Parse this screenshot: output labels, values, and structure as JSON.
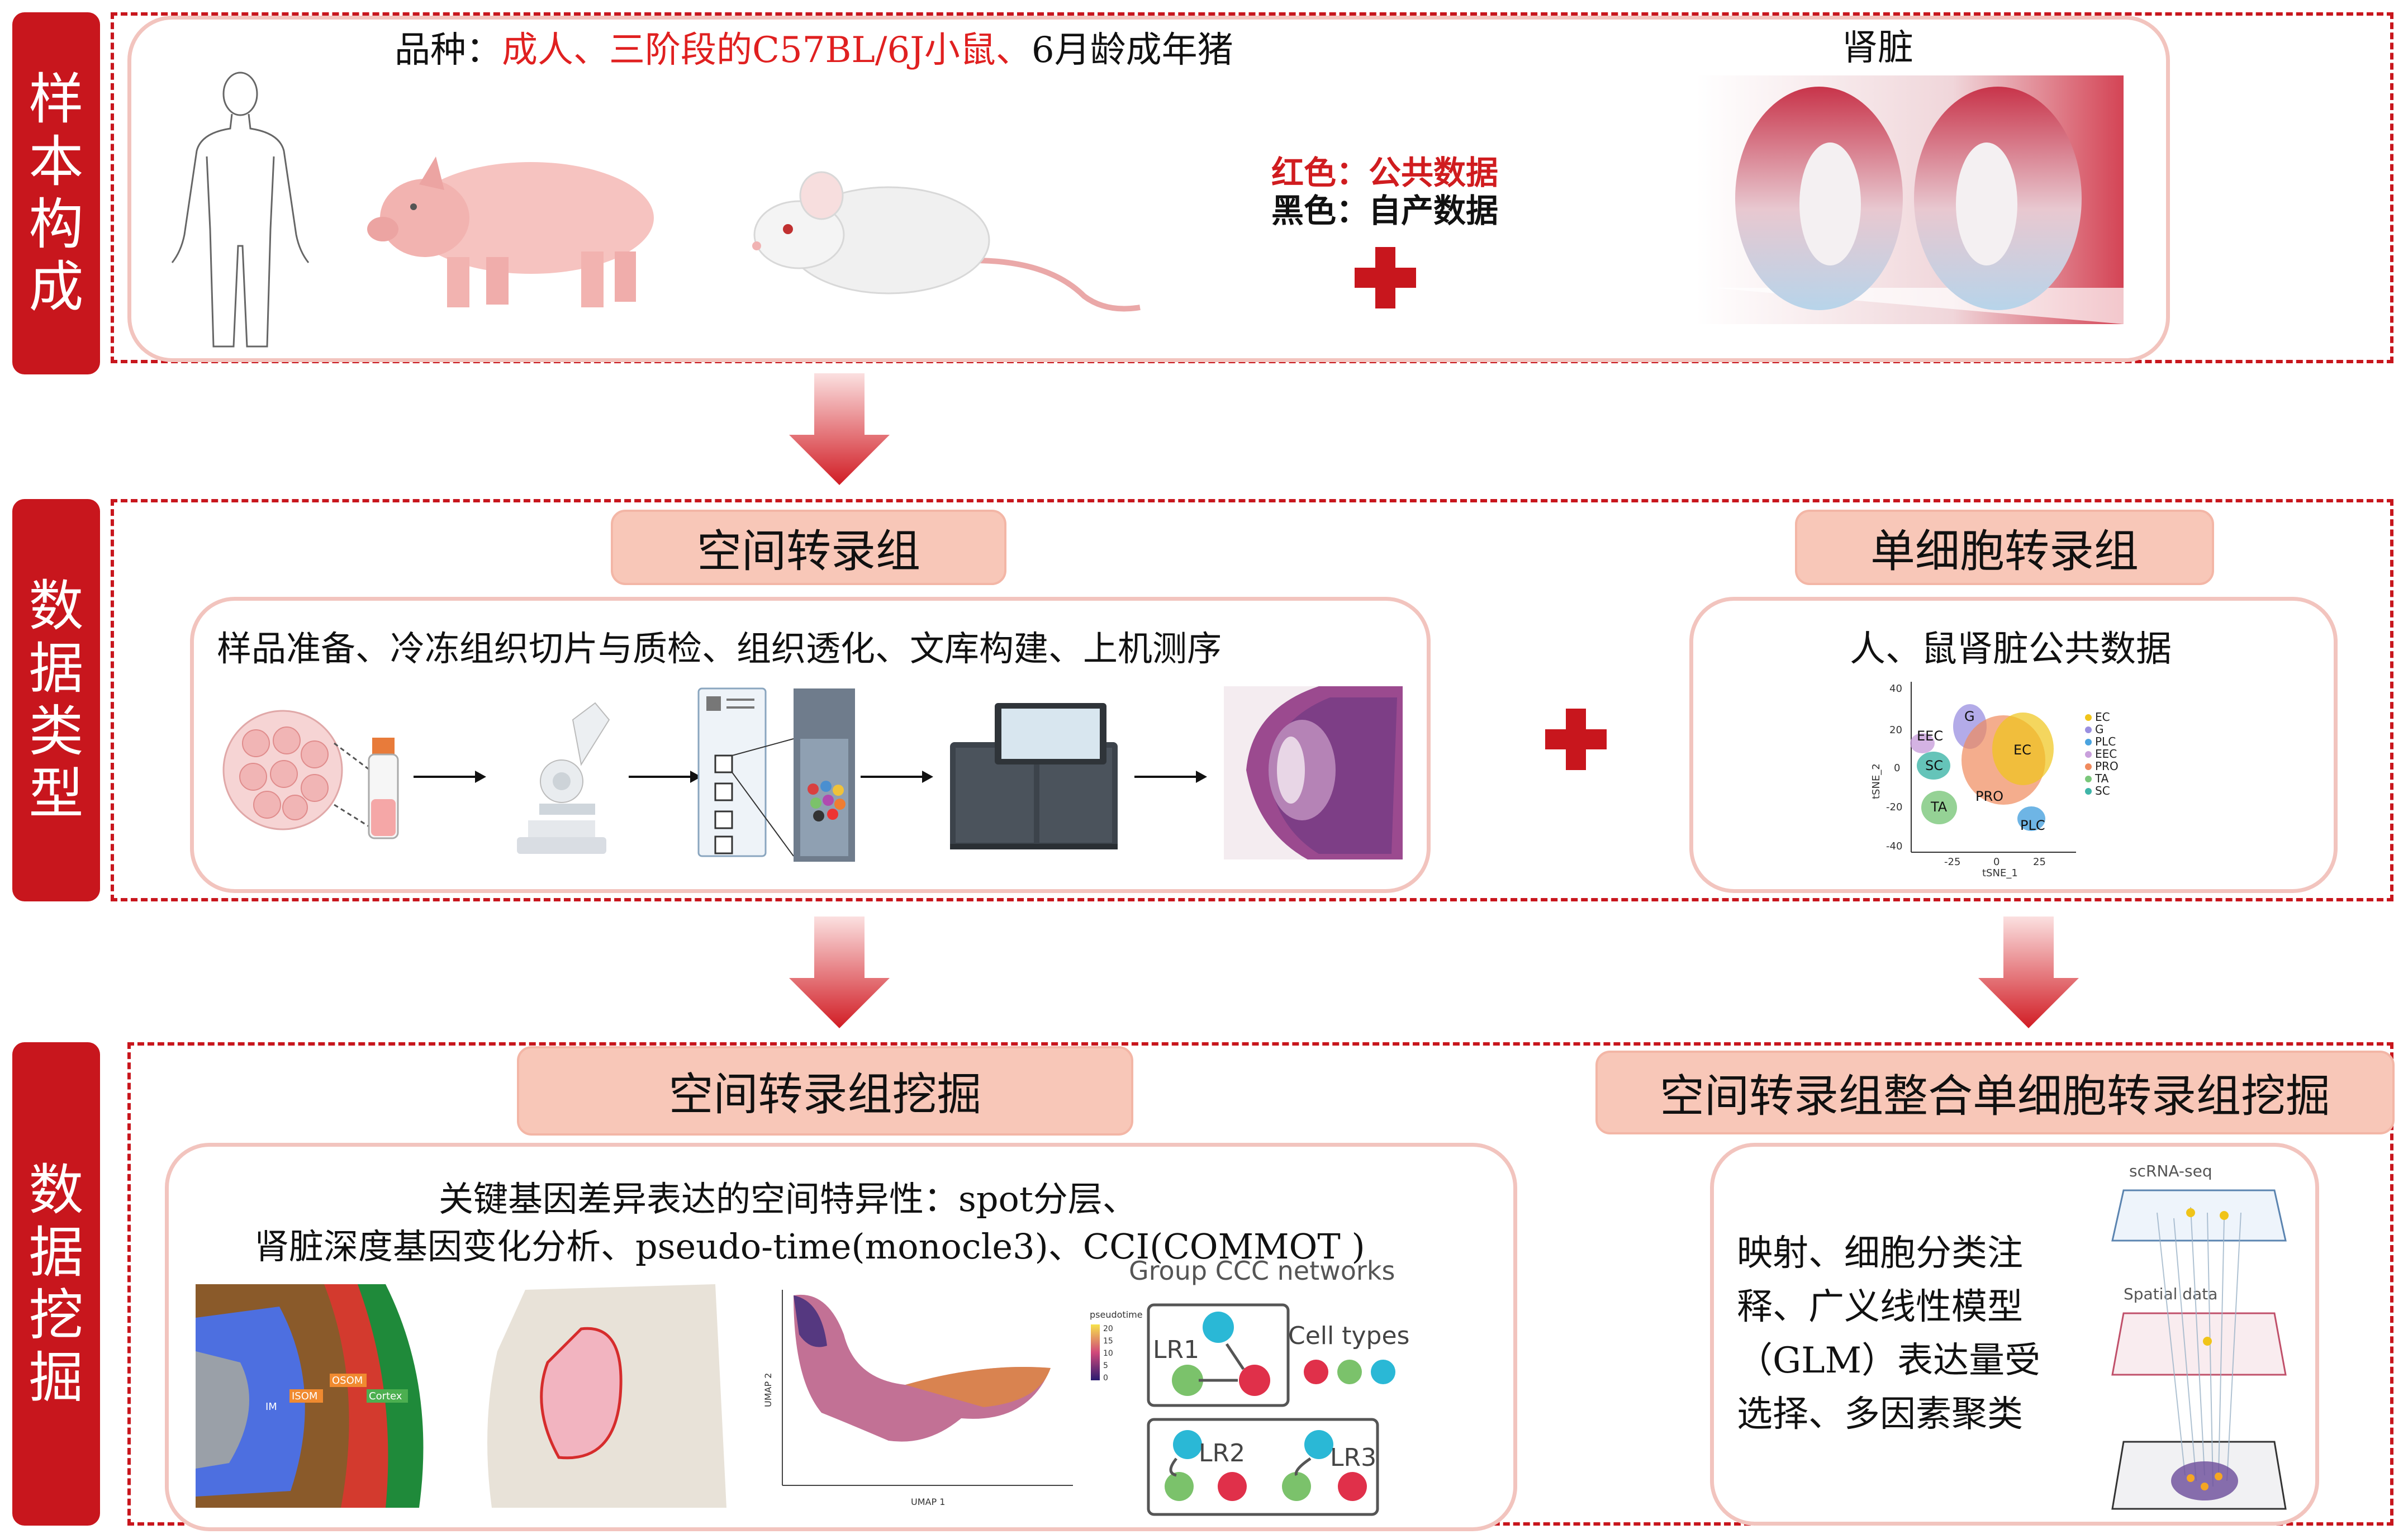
{
  "sections": {
    "sample": [
      "样",
      "本",
      "构",
      "成"
    ],
    "data_type": [
      "数",
      "据",
      "类",
      "型"
    ],
    "mining": [
      "数",
      "据",
      "挖",
      "掘"
    ]
  },
  "sample": {
    "species_prefix": "品种：",
    "species_red": "成人、三阶段的C57BL/6J小鼠、",
    "species_black": "6月龄成年猪",
    "kidney_label": "肾脏",
    "legend_red": "红色：公共数据",
    "legend_black": "黑色：自产数据"
  },
  "data_type": {
    "spatial_title": "空间转录组",
    "spatial_steps": "样品准备、冷冻组织切片与质检、组织透化、文库构建、上机测序",
    "sc_title": "单细胞转录组",
    "sc_desc": "人、鼠肾脏公共数据",
    "tsne": {
      "ylabel": "tSNE_2",
      "xlabel": "tSNE_1",
      "yticks": [
        "40",
        "20",
        "0",
        "-20",
        "-40"
      ],
      "xticks": [
        "-25",
        "0",
        "25"
      ],
      "cluster_labels": [
        "G",
        "EEC",
        "EC",
        "SC",
        "TA",
        "PRO",
        "PLC"
      ],
      "legend": [
        {
          "name": "EC",
          "color": "#f0c419"
        },
        {
          "name": "G",
          "color": "#9a8fe0"
        },
        {
          "name": "PLC",
          "color": "#4aa3df"
        },
        {
          "name": "EEC",
          "color": "#c9a0dc"
        },
        {
          "name": "PRO",
          "color": "#f08a5d"
        },
        {
          "name": "TA",
          "color": "#7ac77a"
        },
        {
          "name": "SC",
          "color": "#3fb5a8"
        }
      ]
    }
  },
  "mining": {
    "spatial_title": "空间转录组挖掘",
    "spatial_desc_line1": "关键基因差异表达的空间特异性：spot分层、",
    "spatial_desc_line2": "肾脏深度基因变化分析、pseudo-time(monocle3)、CCI(COMMOT )",
    "integ_title": "空间转录组整合单细胞转录组挖掘",
    "integ_desc": [
      "映射、细胞分类注",
      "释、广义线性模型",
      "（GLM）表达量受",
      "选择、多因素聚类"
    ],
    "spatial_layers": [
      "IM",
      "ISOM",
      "OSOM",
      "Cortex"
    ],
    "umap": {
      "xlabel": "UMAP 1",
      "ylabel": "UMAP 2",
      "legend_title": "pseudotime",
      "legend_ticks": [
        "20",
        "15",
        "10",
        "5",
        "0"
      ]
    },
    "ccc": {
      "title": "Group CCC networks",
      "cell_types": "Cell types",
      "lr": [
        "LR1",
        "LR2",
        "LR3"
      ]
    },
    "integ_fig": {
      "top": "scRNA-seq",
      "mid": "Spatial data"
    }
  }
}
